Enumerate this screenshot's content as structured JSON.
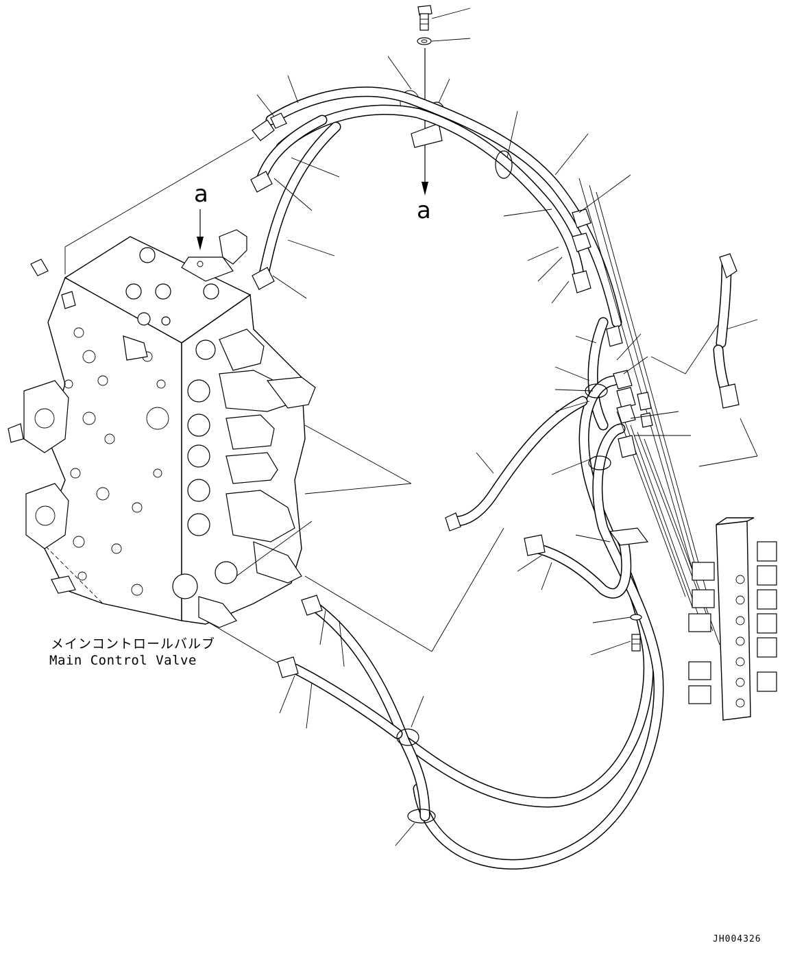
{
  "view_marker": "a",
  "main_control_valve": {
    "label_jp": "メインコントロールバルブ",
    "label_en": "Main Control Valve"
  },
  "drawing_id": "JH004326"
}
